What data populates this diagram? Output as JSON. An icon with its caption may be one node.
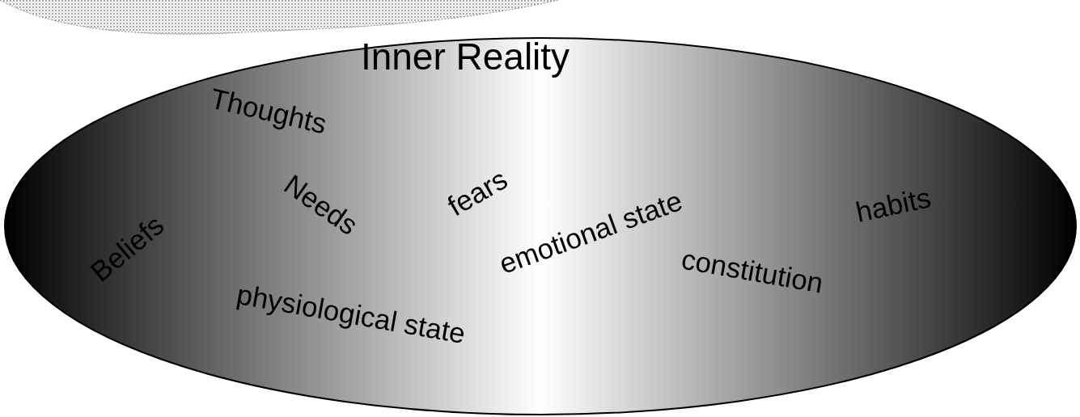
{
  "diagram": {
    "nodes": [
      {
        "text": [],
        "shape": "cloud"
      },
      {
        "text": [
          "Inner Reality",
          "Thoughts",
          "Needs",
          "fears",
          "emotional state",
          "habits",
          "Beliefs",
          "physiological state",
          "constitution"
        ]
      }
    ]
  }
}
